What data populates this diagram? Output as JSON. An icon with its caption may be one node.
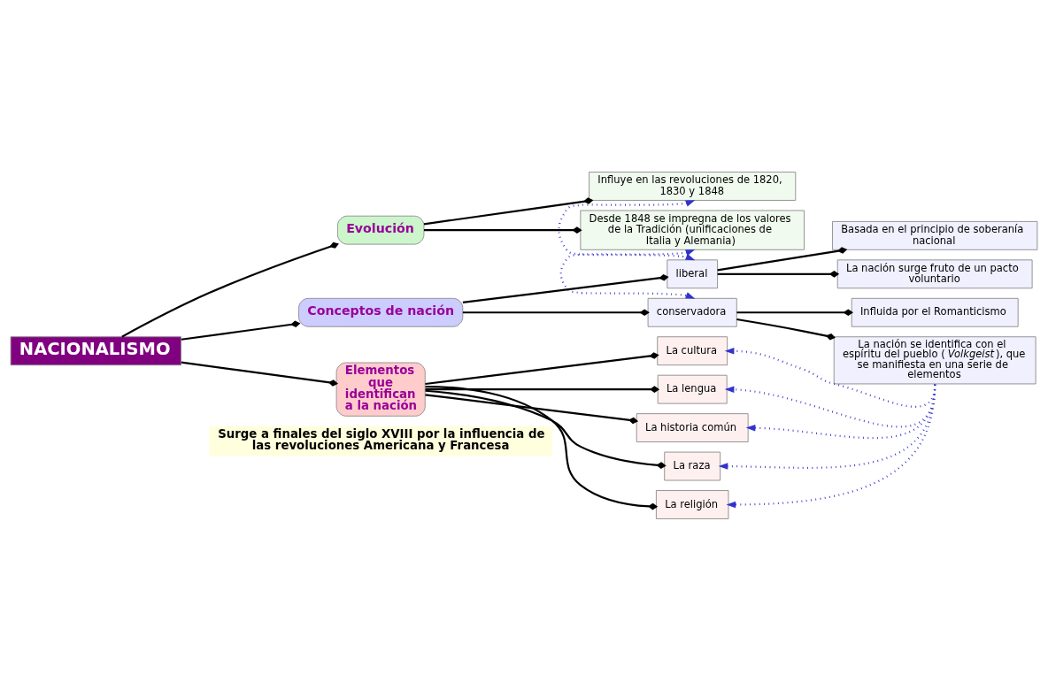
{
  "diagram": {
    "nodes": [
      {
        "text": [
          "NACIONALISMO"
        ]
      },
      {
        "text": [
          "Evolución"
        ]
      },
      {
        "text": [
          "Influye en las revoluciones de 1820, 1830 y 1848"
        ]
      },
      {
        "text": [
          "Desde 1848 se impregna de los valores de la Tradición (unificaciones de Italia y Alemania)"
        ]
      },
      {
        "text": [
          "Conceptos de nación"
        ]
      },
      {
        "text": [
          "liberal"
        ]
      },
      {
        "text": [
          "conservadora"
        ]
      },
      {
        "text": [
          "Basada en el principio de soberanía nacional"
        ]
      },
      {
        "text": [
          "La nación surge fruto de un pacto voluntario"
        ]
      },
      {
        "text": [
          "Influida por el Romanticismo"
        ]
      },
      {
        "text": [
          "La nación se identifica con el espíritu del pueblo (*Volkgeist*), que se manifiesta en una serie de elementos"
        ]
      },
      {
        "text": [
          "Elementos que identifican a la nación"
        ]
      },
      {
        "text": [
          "La cultura"
        ]
      },
      {
        "text": [
          "La lengua"
        ]
      },
      {
        "text": [
          "La historia común"
        ]
      },
      {
        "text": [
          "La raza"
        ]
      },
      {
        "text": [
          "La religión"
        ]
      }
    ],
    "edges": [
      {
        "from": 0,
        "to": 1,
        "arrow": "other"
      },
      {
        "from": 1,
        "to": 2,
        "arrow": "other"
      },
      {
        "from": 1,
        "to": 3,
        "arrow": "other"
      },
      {
        "from": 0,
        "to": 4,
        "arrow": "other"
      },
      {
        "from": 4,
        "to": 5,
        "arrow": "other"
      },
      {
        "from": 4,
        "to": 6,
        "arrow": "other"
      },
      {
        "from": 2,
        "to": 5,
        "arrow": "both",
        "style": "dashed",
        "color": "#3333cc"
      },
      {
        "from": 3,
        "to": 6,
        "arrow": "both",
        "style": "dashed",
        "color": "#3333cc"
      },
      {
        "from": 5,
        "to": 7,
        "arrow": "other"
      },
      {
        "from": 5,
        "to": 8,
        "arrow": "other"
      },
      {
        "from": 6,
        "to": 9,
        "arrow": "other"
      },
      {
        "from": 6,
        "to": 10,
        "arrow": "other"
      },
      {
        "from": 0,
        "to": 11,
        "arrow": "other"
      },
      {
        "from": 11,
        "to": 12,
        "arrow": "other"
      },
      {
        "from": 11,
        "to": 13,
        "arrow": "other"
      },
      {
        "from": 11,
        "to": 14,
        "arrow": "other"
      },
      {
        "from": 11,
        "to": 15,
        "arrow": "other"
      },
      {
        "from": 11,
        "to": 16,
        "arrow": "other"
      },
      {
        "from": 10,
        "to": 12,
        "arrow": "to",
        "style": "dashed",
        "color": "#3333cc"
      },
      {
        "from": 10,
        "to": 13,
        "arrow": "to",
        "style": "dashed",
        "color": "#3333cc"
      },
      {
        "from": 10,
        "to": 14,
        "arrow": "to",
        "style": "dashed",
        "color": "#3333cc"
      },
      {
        "from": 10,
        "to": 15,
        "arrow": "to",
        "style": "dashed",
        "color": "#3333cc"
      },
      {
        "from": 10,
        "to": 16,
        "arrow": "to",
        "style": "dashed",
        "color": "#3333cc"
      }
    ],
    "labels": [
      "Surge a finales del siglo XVIII por la influencia de las revoluciones Americana y Francesa"
    ]
  }
}
